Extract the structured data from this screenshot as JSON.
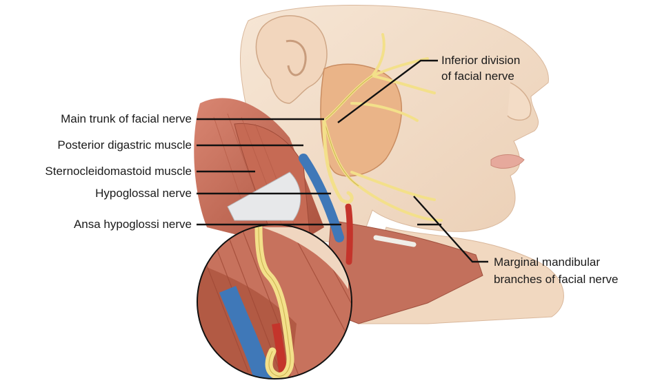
{
  "labels": {
    "main_trunk": "Main trunk of facial nerve",
    "posterior_digastric": "Posterior digastric muscle",
    "sternocleidomastoid": "Sternocleidomastoid muscle",
    "hypoglossal": "Hypoglossal nerve",
    "ansa_hypoglossi": "Ansa hypoglossi nerve",
    "inferior_division": [
      "Inferior division",
      "of facial nerve"
    ],
    "marginal_mandibular": [
      "Marginal mandibular",
      "branches of facial nerve"
    ]
  },
  "colors": {
    "skin": "#f2dcc7",
    "skin_shadow": "#e2bfa3",
    "muscle": "#c9705a",
    "muscle_dark": "#a94f3b",
    "nerve": "#f3e08a",
    "nerve_outline": "#c9b04e",
    "parotid": "#edb98c",
    "vein": "#3f78b8",
    "artery": "#c4342b",
    "leader_line": "#111111"
  }
}
